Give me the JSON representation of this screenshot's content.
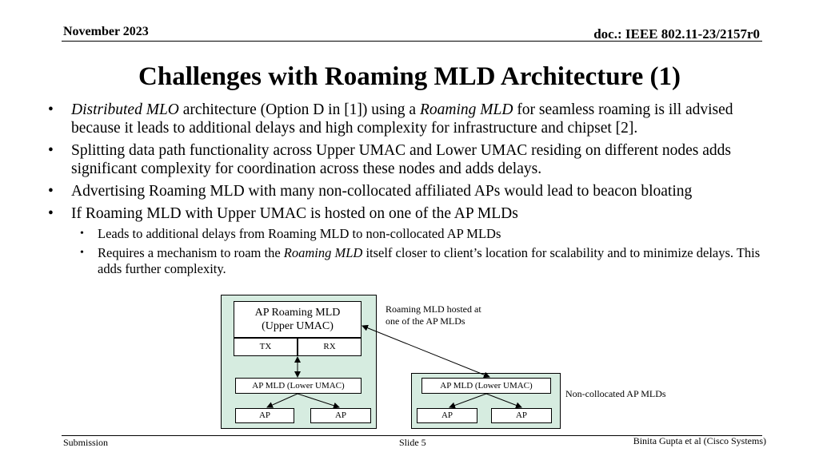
{
  "header": {
    "date": "November 2023",
    "doc": "doc.: IEEE 802.11-23/2157r0"
  },
  "title": "Challenges with Roaming MLD Architecture (1)",
  "bullets": {
    "b1": {
      "part1_italic": "Distributed MLO",
      "part2": " architecture (Option D in [1]) using a ",
      "part3_italic": "Roaming MLD",
      "part4": " for seamless roaming is ill advised because it leads to additional delays and high complexity for infrastructure and chipset [2]."
    },
    "b2": "Splitting data path functionality across Upper UMAC and Lower UMAC residing on different nodes adds significant complexity for coordination across these nodes and adds delays.",
    "b3": "Advertising Roaming MLD with many non-collocated affiliated APs would lead to beacon bloating",
    "b4": "If Roaming MLD with Upper UMAC is hosted on one of the AP MLDs",
    "sub1": "Leads to additional delays from Roaming MLD to non-collocated AP MLDs",
    "sub2": {
      "part1": "Requires a mechanism to roam the ",
      "part2_italic": "Roaming MLD",
      "part3": " itself closer to client’s location for scalability and to minimize delays. This adds further complexity."
    },
    "bullet_glyph": "•"
  },
  "diagram": {
    "roaming_mld_line1": "AP Roaming MLD",
    "roaming_mld_line2": "(Upper UMAC)",
    "tx": "TX",
    "rx": "RX",
    "left_ap_mld": "AP MLD (Lower UMAC)",
    "right_ap_mld": "AP MLD (Lower UMAC)",
    "ap": "AP",
    "note_hosted_line1": "Roaming MLD hosted at",
    "note_hosted_line2": "one of the AP MLDs",
    "note_noncollocated": "Non-collocated AP MLDs",
    "panel_color": "#d6ece0"
  },
  "footer": {
    "left": "Submission",
    "center": "Slide 5",
    "right": "Binita Gupta et al (Cisco Systems)"
  }
}
